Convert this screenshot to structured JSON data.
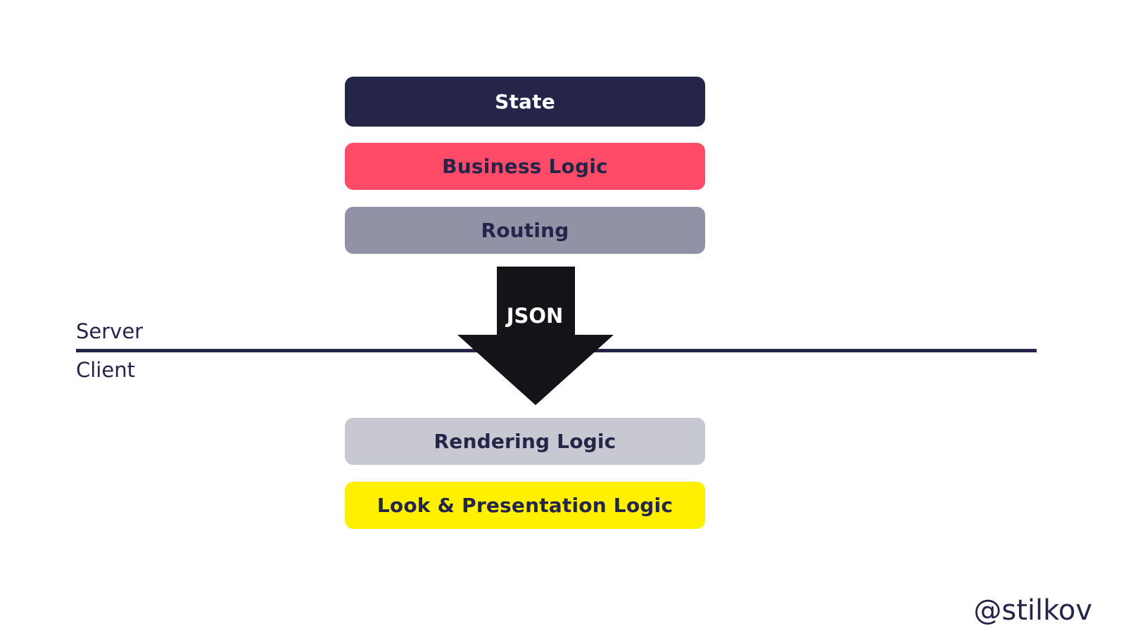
{
  "diagram": {
    "layers_server": [
      {
        "label": "State",
        "color": "#25254a"
      },
      {
        "label": "Business Logic",
        "color": "#ff4b68"
      },
      {
        "label": "Routing",
        "color": "#9192a6"
      }
    ],
    "layers_client": [
      {
        "label": "Rendering Logic",
        "color": "#c8c8d2"
      },
      {
        "label": "Look & Presentation Logic",
        "color": "#fff000"
      }
    ],
    "arrow_label": "JSON",
    "server_label": "Server",
    "client_label": "Client",
    "handle": "@stilkov",
    "colors": {
      "navy": "#25254a",
      "arrow": "#141418"
    }
  }
}
